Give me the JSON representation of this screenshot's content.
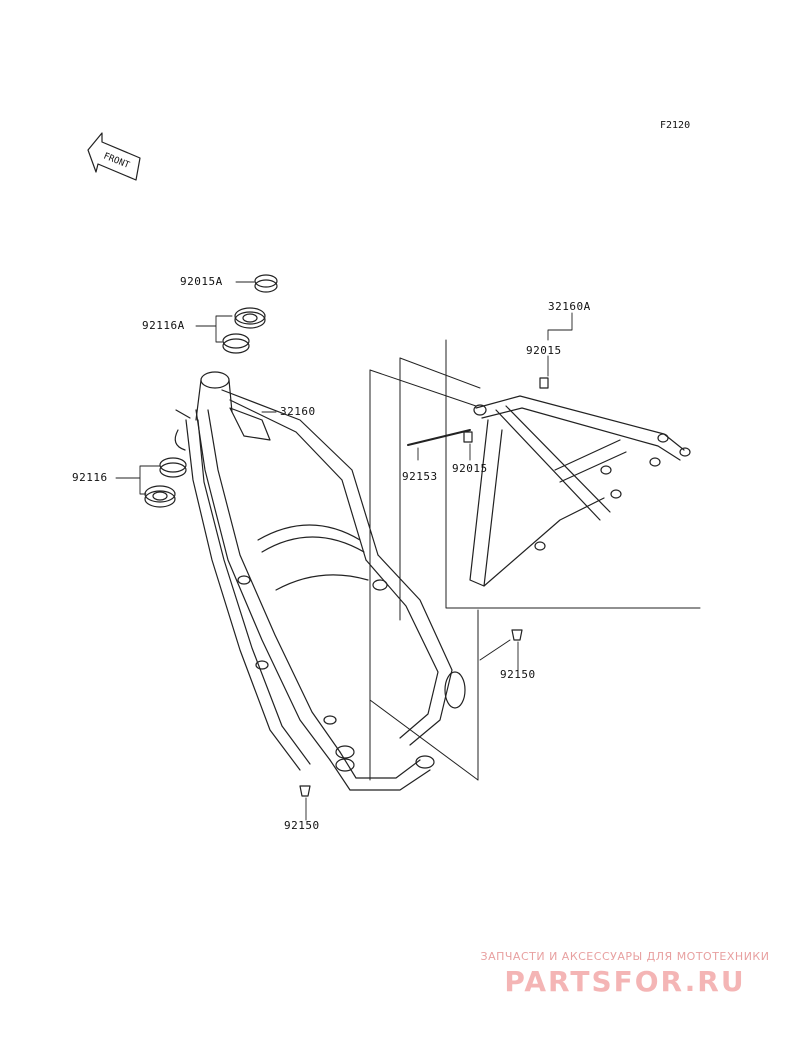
{
  "figure_code": "F2120",
  "front_arrow_label": "FRONT",
  "labels": {
    "p92015A": "92015A",
    "p92116A": "92116A",
    "p32160": "32160",
    "p92116": "92116",
    "p32160A": "32160A",
    "p92015_top": "92015",
    "p92153": "92153",
    "p92015_mid": "92015",
    "p92150_right": "92150",
    "p92150_bottom": "92150"
  },
  "watermark": {
    "tagline": "ЗАПЧАСТИ И АКСЕССУАРЫ ДЛЯ МОТОТЕХНИКИ",
    "brand": "PARTSFOR.RU"
  }
}
